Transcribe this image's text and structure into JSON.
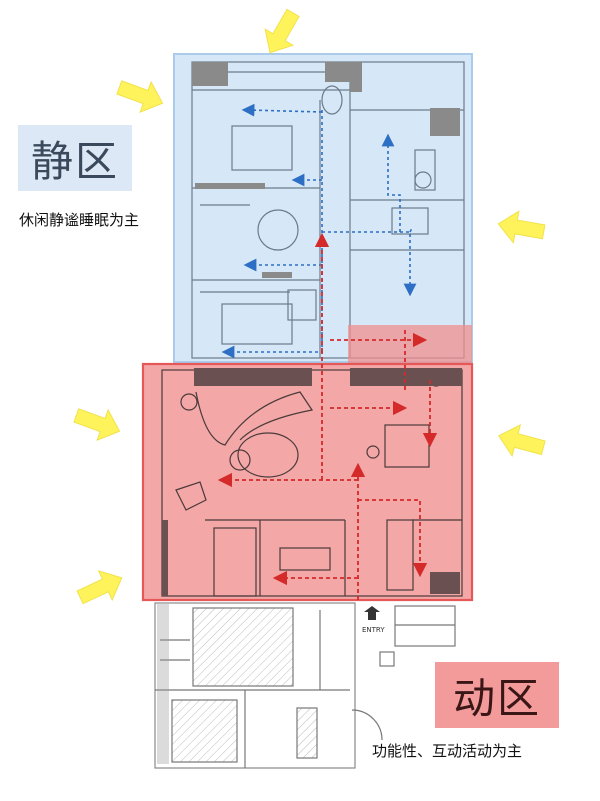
{
  "zones": {
    "quiet": {
      "title": "静区",
      "description": "休闲静谧睡眠为主",
      "fill_color": "#cfe3f6",
      "border_color": "#9cc3e6",
      "arrow_color": "#2c6fc4"
    },
    "active": {
      "title": "动区",
      "description": "功能性、互动活动为主",
      "fill_color": "#f08f8f",
      "border_color": "#e02a2a",
      "arrow_color": "#d52a2a"
    }
  },
  "entry_label": "ENTRY",
  "arrow_indicator_color": "#fff35c"
}
